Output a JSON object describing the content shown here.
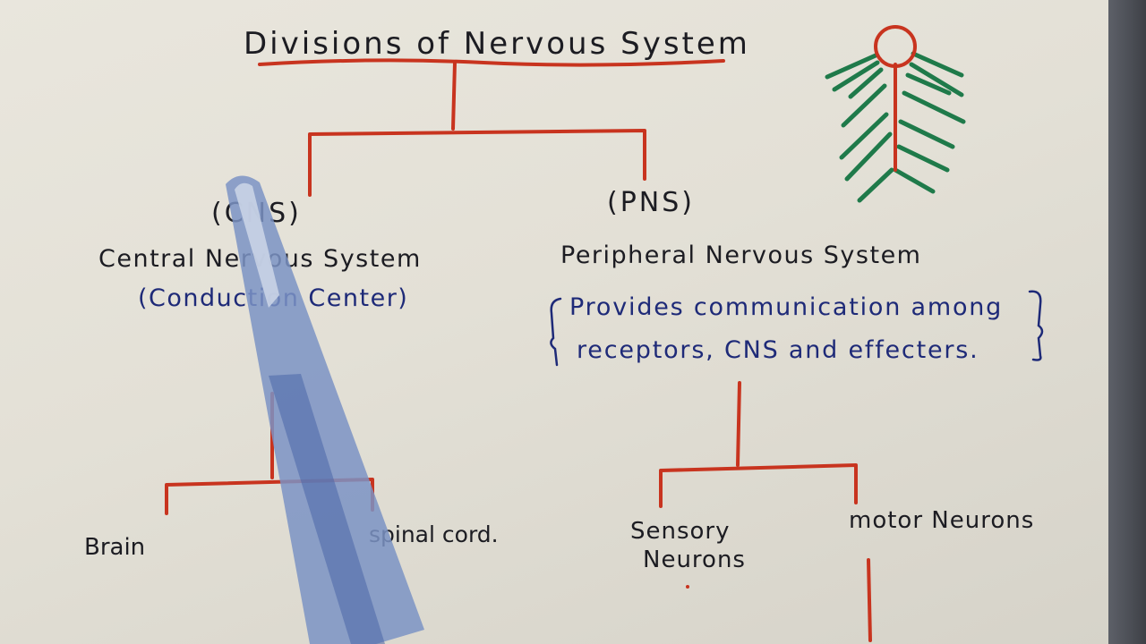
{
  "title": "Divisions of Nervous System",
  "cns": {
    "abbr": "(CNS)",
    "name": "Central Nervous System",
    "note": "(Conduction Center)",
    "children": [
      "Brain",
      "spinal cord."
    ]
  },
  "pns": {
    "abbr": "(PNS)",
    "name": "Peripheral Nervous System",
    "description_line1": "Provides communication among",
    "description_line2": "receptors, CNS and effecters.",
    "children": [
      "Sensory Neurons",
      "motor Neurons"
    ]
  },
  "colors": {
    "ink_black": "#1c1c22",
    "ink_blue": "#1e2a78",
    "ink_red": "#c8341f",
    "ink_green": "#1f7a4a",
    "pen_blue": "#7b93c4"
  },
  "icons": [
    "spinal-cord-icon",
    "pen-icon"
  ]
}
